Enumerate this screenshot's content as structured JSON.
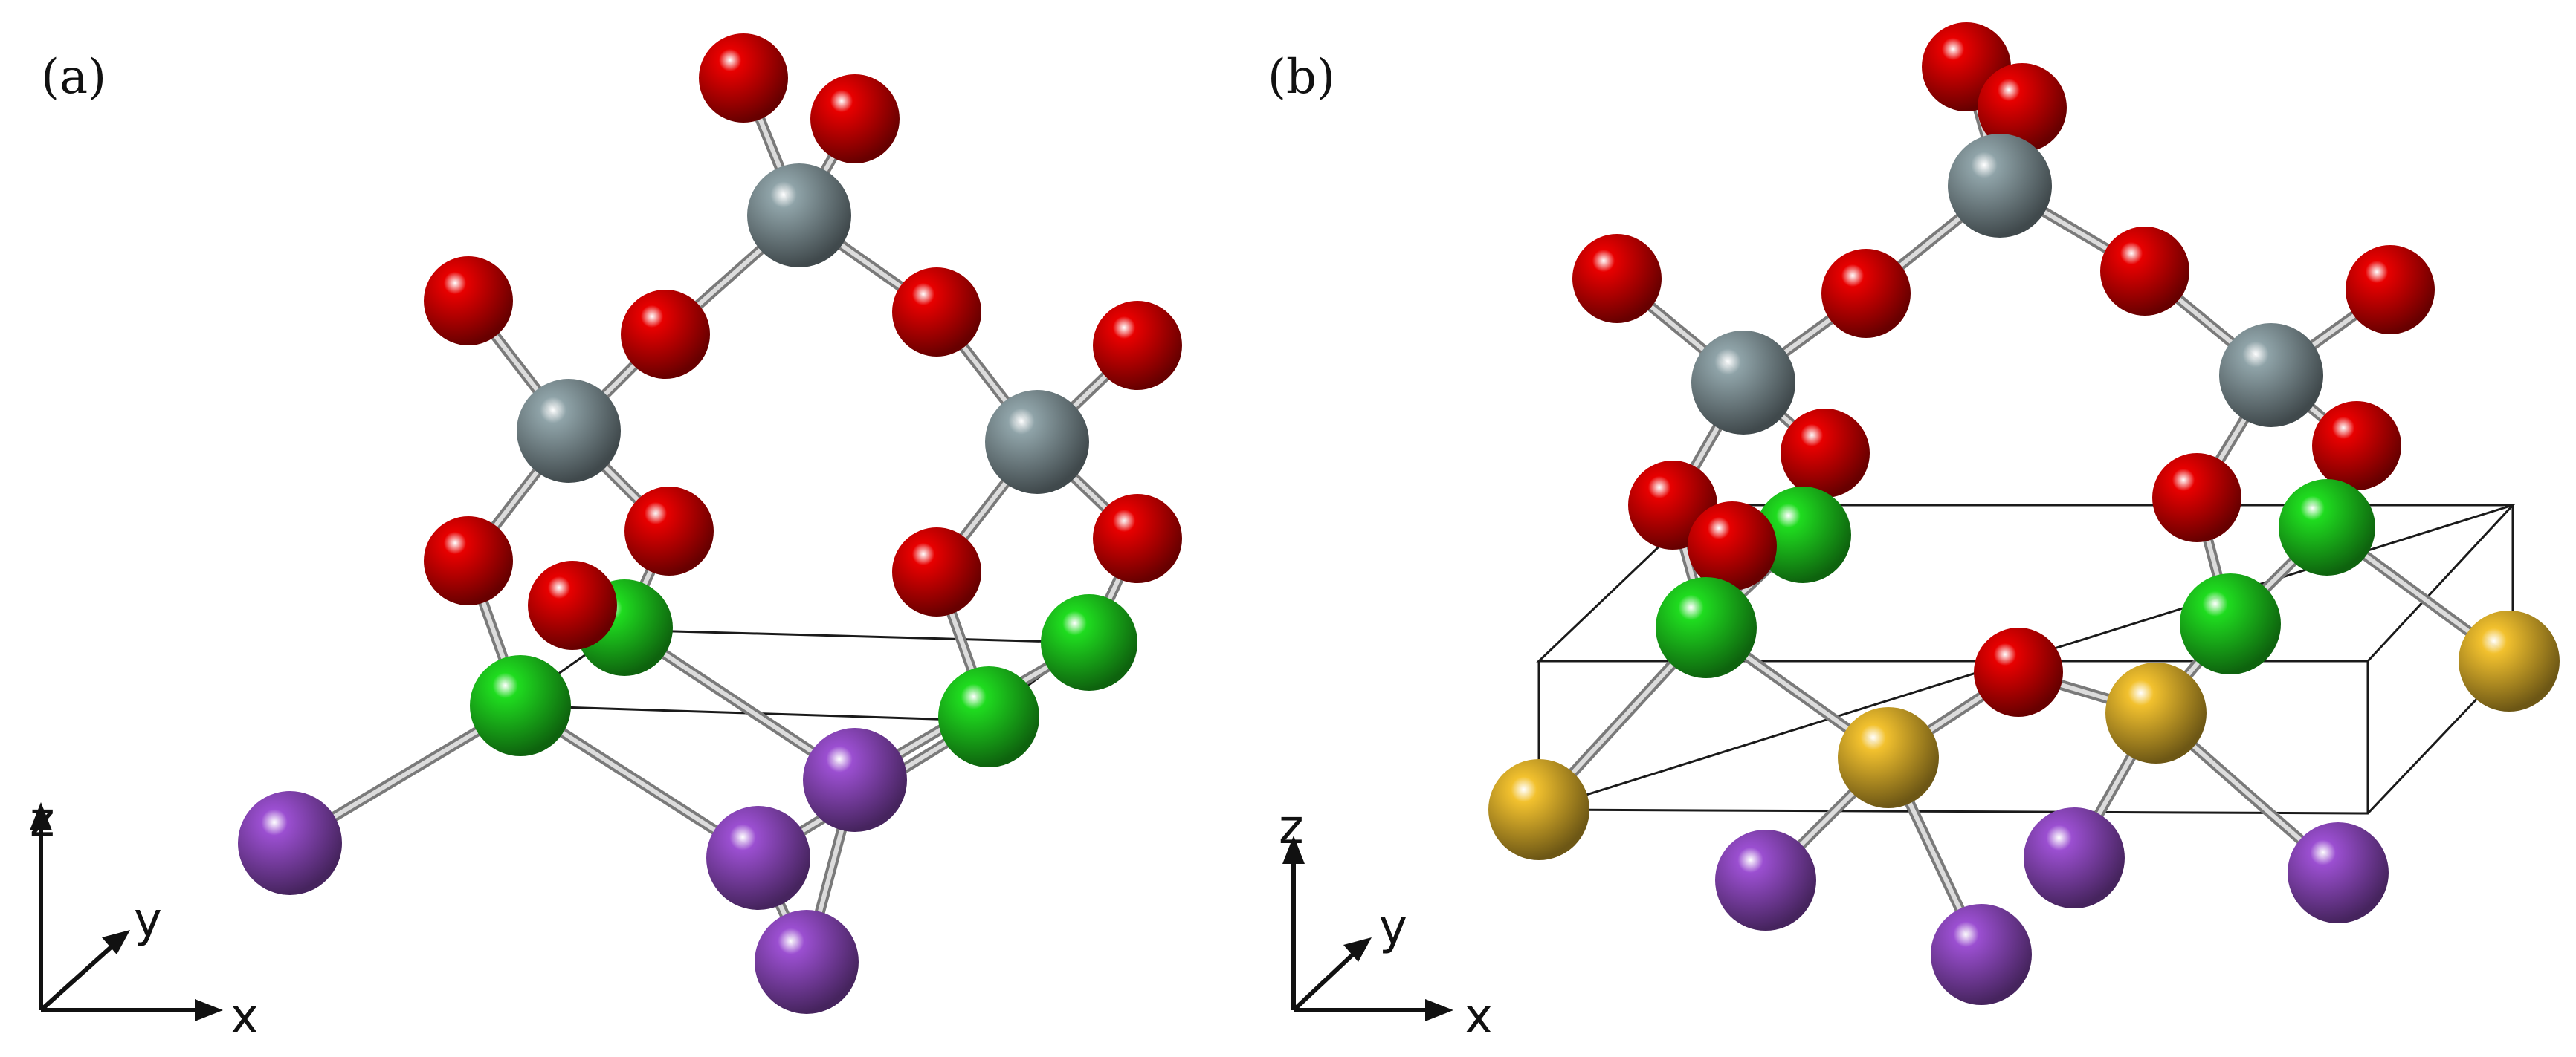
{
  "panels": [
    {
      "label": "(a)",
      "axes": {
        "x": "x",
        "y": "y",
        "z": "z"
      }
    },
    {
      "label": "(b)",
      "axes": {
        "x": "x",
        "y": "y",
        "z": "z"
      }
    }
  ],
  "atom_colors": {
    "oxygen": "#e80000",
    "silicon": "#8fa3a8",
    "green": "#1fdc1f",
    "purple": "#9b4fd1",
    "yellow": "#f2c12e"
  }
}
